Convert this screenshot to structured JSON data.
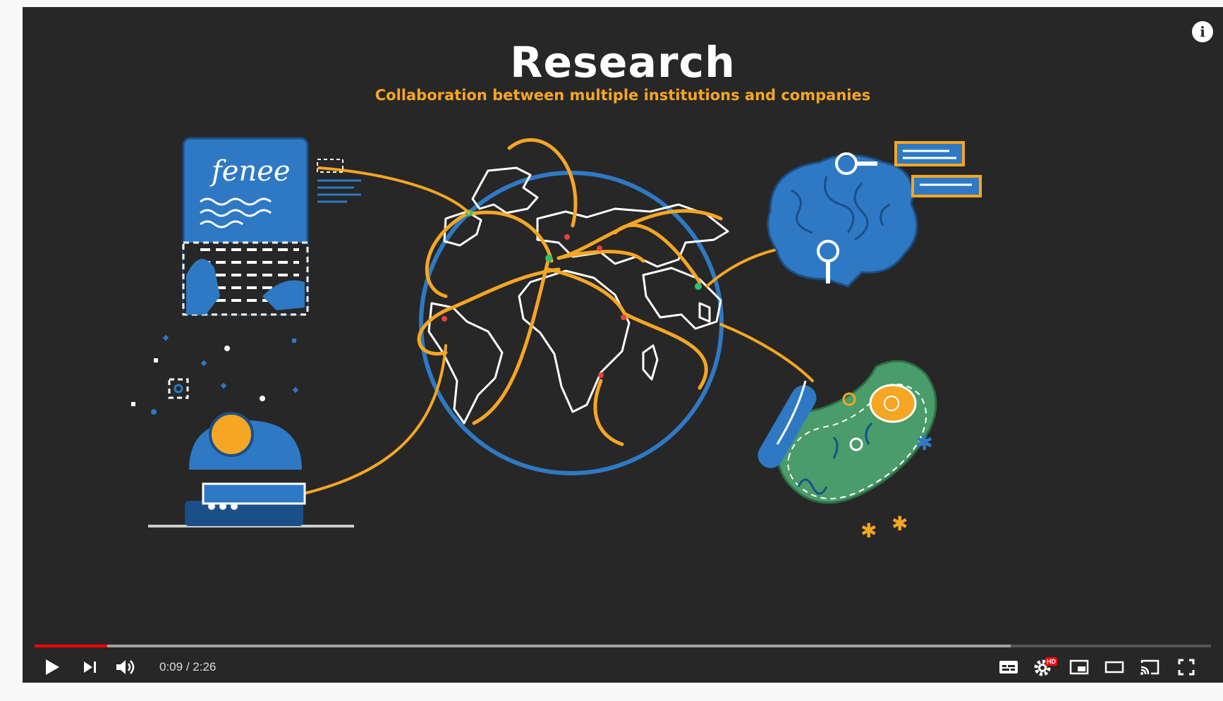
{
  "video": {
    "title": "Research",
    "subtitle": "Collaboration between multiple institutions and companies",
    "signature": "fenee"
  },
  "player": {
    "current_time": "0:09",
    "separator": " / ",
    "duration": "2:26",
    "played_fraction": 0.062,
    "loaded_fraction": 0.83,
    "hd_badge": "HD",
    "info_symbol": "i"
  },
  "colors": {
    "background": "#272727",
    "accent": "#f5a623",
    "blue": "#2f79c4",
    "progress": "#ff0000"
  },
  "icons": [
    "play-icon",
    "next-icon",
    "volume-icon",
    "subtitles-icon",
    "settings-icon",
    "miniplayer-icon",
    "theater-icon",
    "cast-icon",
    "fullscreen-icon",
    "info-icon"
  ]
}
